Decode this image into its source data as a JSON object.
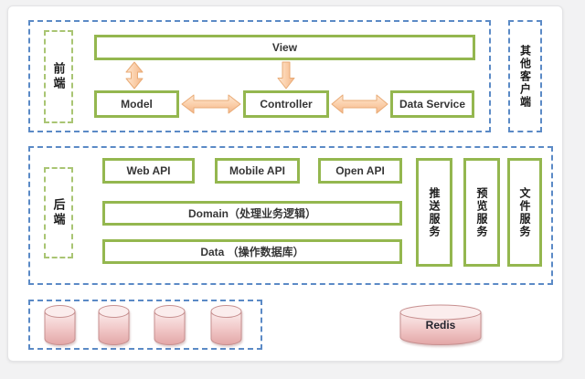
{
  "frontend": {
    "region_label": "前端",
    "view_label": "View",
    "model_label": "Model",
    "controller_label": "Controller",
    "data_service_label": "Data Service"
  },
  "other_clients": {
    "label": "其他客户端"
  },
  "backend": {
    "region_label": "后端",
    "apis": [
      {
        "label": "Web API"
      },
      {
        "label": "Mobile API"
      },
      {
        "label": "Open API"
      }
    ],
    "domain_label": "Domain（处理业务逻辑）",
    "data_label": "Data （操作数据库）",
    "services": [
      {
        "label": "推送服务"
      },
      {
        "label": "预览服务"
      },
      {
        "label": "文件服务"
      }
    ]
  },
  "storage": {
    "database_count": 4,
    "redis_label": "Redis"
  },
  "colors": {
    "box_border_green": "#94b74f",
    "dashed_blue": "#5b8ac6",
    "dashed_green": "#a9c573",
    "arrow_fill_light": "#fde2cb",
    "arrow_fill_dark": "#f3b589",
    "arrow_stroke": "#e9ab76",
    "cylinder_top": "#fbecec",
    "cylinder_bottom": "#e2a6a6",
    "cylinder_stroke": "#c79090"
  }
}
